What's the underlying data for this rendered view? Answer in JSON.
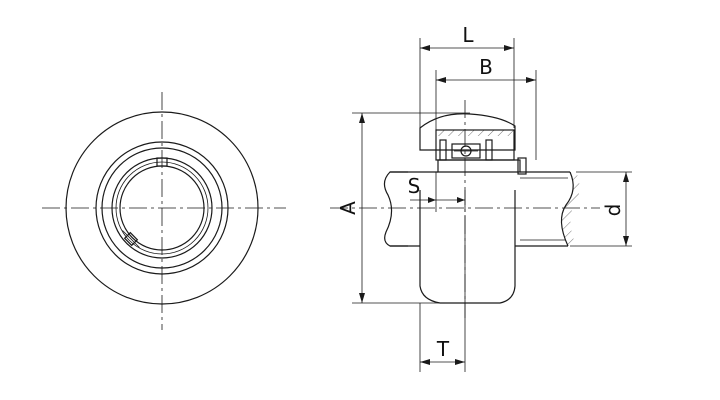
{
  "colors": {
    "stroke": "#1a1a1a",
    "background": "#ffffff"
  },
  "dimensions": {
    "L": "L",
    "B": "B",
    "A": "A",
    "S": "S",
    "d": "d",
    "T": "T"
  }
}
